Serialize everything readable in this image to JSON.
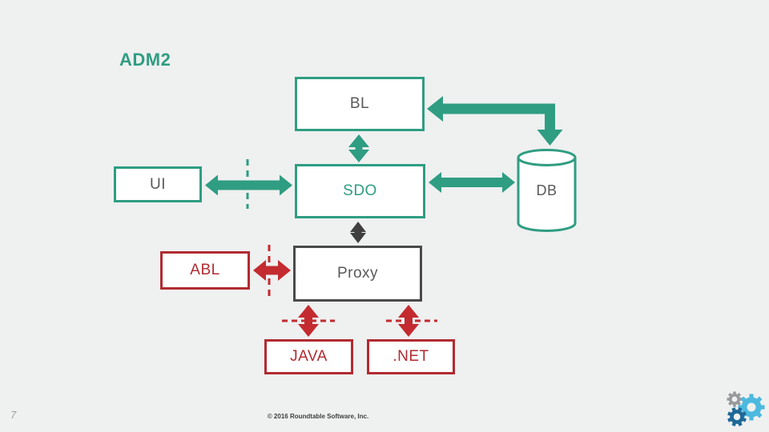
{
  "title": "ADM2",
  "page_number": "7",
  "footer": "© 2016 Roundtable Software, Inc.",
  "nodes": {
    "bl": {
      "label": "BL"
    },
    "ui": {
      "label": "UI"
    },
    "sdo": {
      "label": "SDO"
    },
    "db": {
      "label": "DB"
    },
    "abl": {
      "label": "ABL"
    },
    "proxy": {
      "label": "Proxy"
    },
    "java": {
      "label": "JAVA"
    },
    "dotnet": {
      "label": ".NET"
    }
  },
  "edges": [
    {
      "from": "DB",
      "to": "BL",
      "color": "teal",
      "arrows": "one-way",
      "shape": "elbow"
    },
    {
      "from": "BL",
      "to": "SDO",
      "color": "teal",
      "arrows": "two-way"
    },
    {
      "from": "UI",
      "to": "SDO",
      "color": "teal",
      "arrows": "two-way",
      "crosses": "teal-dashed-boundary"
    },
    {
      "from": "SDO",
      "to": "DB",
      "color": "teal",
      "arrows": "two-way"
    },
    {
      "from": "SDO",
      "to": "Proxy",
      "color": "dark",
      "arrows": "two-way"
    },
    {
      "from": "ABL",
      "to": "Proxy",
      "color": "red",
      "arrows": "two-way",
      "crosses": "red-dashed-boundary"
    },
    {
      "from": "Proxy",
      "to": "JAVA",
      "color": "red",
      "arrows": "two-way",
      "crosses": "red-dashed-boundary"
    },
    {
      "from": "Proxy",
      "to": ".NET",
      "color": "red",
      "arrows": "two-way",
      "crosses": "red-dashed-boundary"
    }
  ],
  "colors": {
    "background": "#EFF0F0",
    "teal": "#2F9D82",
    "red_box": "#B12B31",
    "red_arrow": "#C32B30",
    "dark_arrow": "#3F3F3F",
    "dark_border": "#4A4A4A",
    "label_gray": "#58595B",
    "logo_gear_small_gray": "#97999B",
    "logo_gear_large_cyan": "#4CB9DE",
    "logo_gear_medium_blue": "#1F6898"
  }
}
